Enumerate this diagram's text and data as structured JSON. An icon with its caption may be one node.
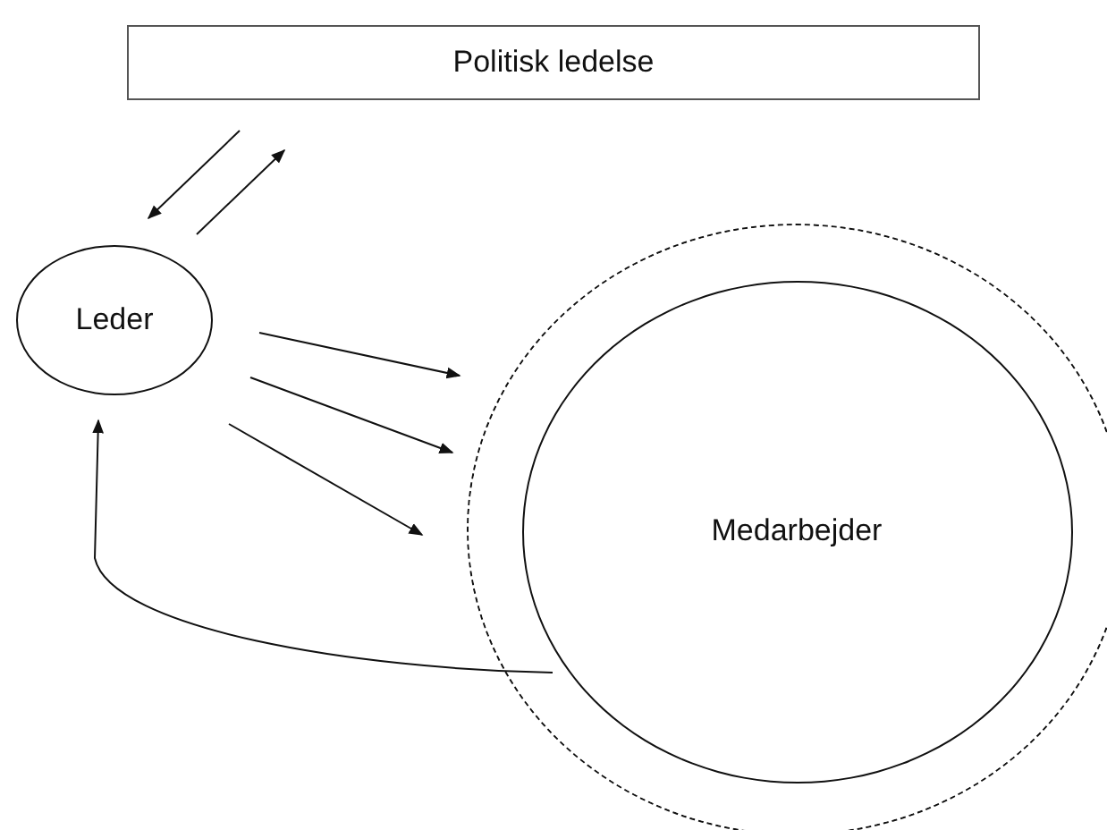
{
  "diagram": {
    "nodes": [
      {
        "text": [
          "Politisk ledelse"
        ]
      },
      {
        "text": [
          "Leder"
        ]
      },
      {
        "text": [],
        "shape": "circle"
      },
      {
        "text": [
          "Medarbejder"
        ],
        "in": 2
      }
    ],
    "edges": [
      {
        "from": 0,
        "to": 1,
        "arrow": "to"
      },
      {
        "from": 1,
        "to": 0,
        "arrow": "to"
      },
      {
        "from": 1,
        "to": 2,
        "arrow": "to"
      },
      {
        "from": 1,
        "to": 2,
        "arrow": "to"
      },
      {
        "from": 1,
        "to": 2,
        "arrow": "to"
      },
      {
        "from": 3,
        "to": 1,
        "arrow": "to"
      }
    ]
  }
}
